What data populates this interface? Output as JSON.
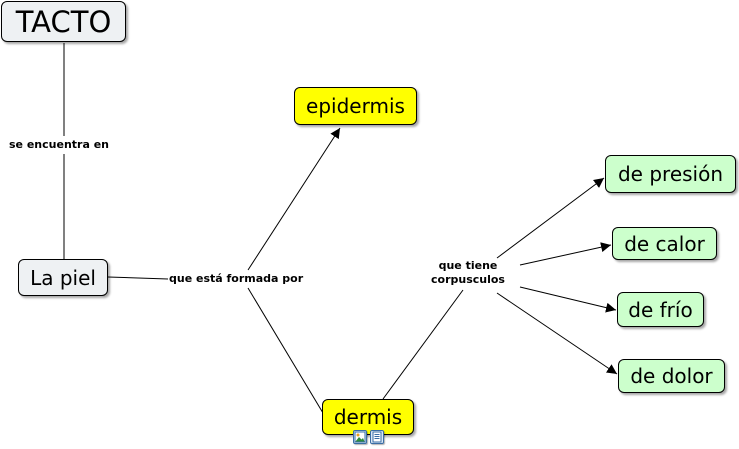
{
  "nodes": {
    "tacto": "TACTO",
    "la_piel": "La piel",
    "epidermis": "epidermis",
    "dermis": "dermis",
    "de_presion": "de presión",
    "de_calor": "de calor",
    "de_frio": "de frío",
    "de_dolor": "de dolor"
  },
  "links": {
    "se_encuentra_en": "se encuentra en",
    "que_esta_formada_por": "que está formada por",
    "que_tiene_line1": "que tiene",
    "que_tiene_line2": "corpusculos"
  },
  "icons": [
    "image-resource-icon",
    "document-resource-icon"
  ],
  "colors": {
    "grey_node": "#eef1f3",
    "yellow_node": "#ffff00",
    "green_node": "#ccffcc"
  }
}
